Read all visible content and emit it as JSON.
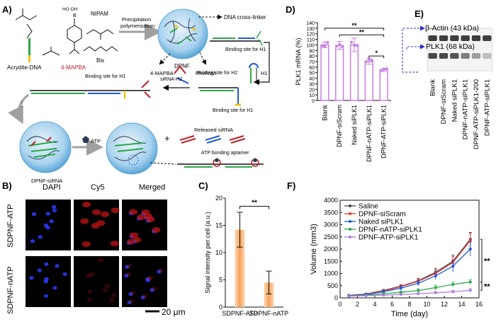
{
  "panels": {
    "A": "A)",
    "B": "B)",
    "C": "C)",
    "D": "D)",
    "E": "E)",
    "F": "F)"
  },
  "schematic": {
    "labels": {
      "acrydite": "Acrydite-DNA",
      "mapba_red": "4-MAPBA",
      "nipam": "NIPAM",
      "bis": "Bis",
      "precip1": "Precipitation",
      "precip2": "polymerization",
      "dna_crosslinker": "DNA cross-linker",
      "mapba_out": "4-MAPBA",
      "dpnf": "DPNF",
      "pnipam": "PNIPAM",
      "bind_h1_top": "Binding site for H1",
      "bind_h1_mid": "Binding site for H1",
      "bind_h2": "Binding site for H2",
      "sirna_h2": "siRNA-H2",
      "h1": "H1",
      "bind_h1_low": "Binding site for H1",
      "released": "Released siRNA",
      "atp": "ATP",
      "aptamer": "ATP bonding aptamer",
      "dpnf_sirna": "DPNF-siRNA",
      "plus": "+",
      "boronic": "HO  OH",
      "boron": "B"
    }
  },
  "microscopy": {
    "columns": [
      "DAPI",
      "Cy5",
      "Merged"
    ],
    "rows": [
      "SDPNF-ATP",
      "SDPNF-nATP"
    ],
    "scalebar": "20 μm"
  },
  "chart_data": [
    {
      "id": "C",
      "type": "bar",
      "categories": [
        "SDPNF-ATP",
        "SDPNF-nATP"
      ],
      "values": [
        14.2,
        4.5
      ],
      "errors": [
        3.2,
        2.1
      ],
      "ylabel": "Signal intensity per cell (a.u.)",
      "ylim": [
        0,
        20
      ],
      "yticks": [
        0,
        5,
        10,
        15,
        20
      ],
      "significance": "**",
      "bar_color": "#f5a15c"
    },
    {
      "id": "D",
      "type": "bar",
      "categories": [
        "Blank",
        "DPNF-siScram",
        "Naked siPLK1",
        "DPNF-nATP-siPLK1",
        "DPNF-ATP-siPLK1"
      ],
      "values": [
        100,
        99,
        100,
        70,
        55
      ],
      "errors": [
        5,
        7,
        12,
        5,
        3
      ],
      "ylabel": "PLK1 mRNA (%)",
      "ylim": [
        0,
        140
      ],
      "yticks": [
        0,
        10,
        20,
        30,
        40,
        50,
        60,
        70,
        80,
        90,
        100,
        110,
        120,
        130,
        140
      ],
      "significance": [
        "**",
        "**",
        "*"
      ],
      "bar_color": "#c97ee0"
    },
    {
      "id": "F",
      "type": "line",
      "xlabel": "Time (day)",
      "ylabel": "Volume (mm3)",
      "xlim": [
        0,
        16
      ],
      "ylim": [
        0,
        4000
      ],
      "xticks": [
        0,
        2,
        4,
        6,
        8,
        10,
        12,
        14,
        16
      ],
      "yticks": [
        0,
        500,
        1000,
        1500,
        2000,
        2500,
        3000,
        3500,
        4000
      ],
      "x": [
        1,
        3,
        5,
        7,
        9,
        11,
        13,
        15
      ],
      "series": [
        {
          "name": "Saline",
          "color": "#444444",
          "values": [
            100,
            160,
            300,
            480,
            700,
            1050,
            1500,
            2400
          ],
          "errors": [
            20,
            30,
            50,
            60,
            100,
            150,
            250,
            280
          ]
        },
        {
          "name": "DPNF-siScram",
          "color": "#e53935",
          "values": [
            100,
            150,
            280,
            460,
            680,
            1000,
            1450,
            2350
          ],
          "errors": [
            20,
            30,
            50,
            60,
            100,
            150,
            250,
            300
          ]
        },
        {
          "name": "Naked siPLK1",
          "color": "#1e5bd6",
          "values": [
            90,
            140,
            250,
            400,
            600,
            900,
            1300,
            2000
          ],
          "errors": [
            20,
            30,
            50,
            80,
            110,
            160,
            250,
            300
          ]
        },
        {
          "name": "DPNF-nATP-siPLK1",
          "color": "#2ea84a",
          "values": [
            80,
            110,
            170,
            230,
            300,
            420,
            550,
            650
          ],
          "errors": [
            15,
            20,
            40,
            50,
            70,
            100,
            90,
            90
          ]
        },
        {
          "name": "DPNF-ATP-siPLK1",
          "color": "#b07ce0",
          "values": [
            70,
            90,
            110,
            140,
            170,
            210,
            250,
            310
          ],
          "errors": [
            15,
            20,
            25,
            30,
            40,
            50,
            60,
            70
          ]
        }
      ],
      "significance": [
        "**",
        "**"
      ],
      "legend_position": "top-left"
    }
  ],
  "western": {
    "bands": [
      {
        "label": "β-Actin (43 kDa)",
        "intensities": [
          0.9,
          0.9,
          0.9,
          0.9,
          0.9,
          0.9
        ]
      },
      {
        "label": "PLK1 (68 kDa)",
        "intensities": [
          0.85,
          0.85,
          0.8,
          0.6,
          0.45,
          0.3
        ]
      }
    ],
    "lanes": [
      "Blank",
      "DPNF-siScram",
      "Naked siPLK1",
      "DPNF-nATP-siPLK1",
      "DPNF-ATP-siPLK1-200",
      "DPNF-ATP-siPLK1"
    ]
  }
}
